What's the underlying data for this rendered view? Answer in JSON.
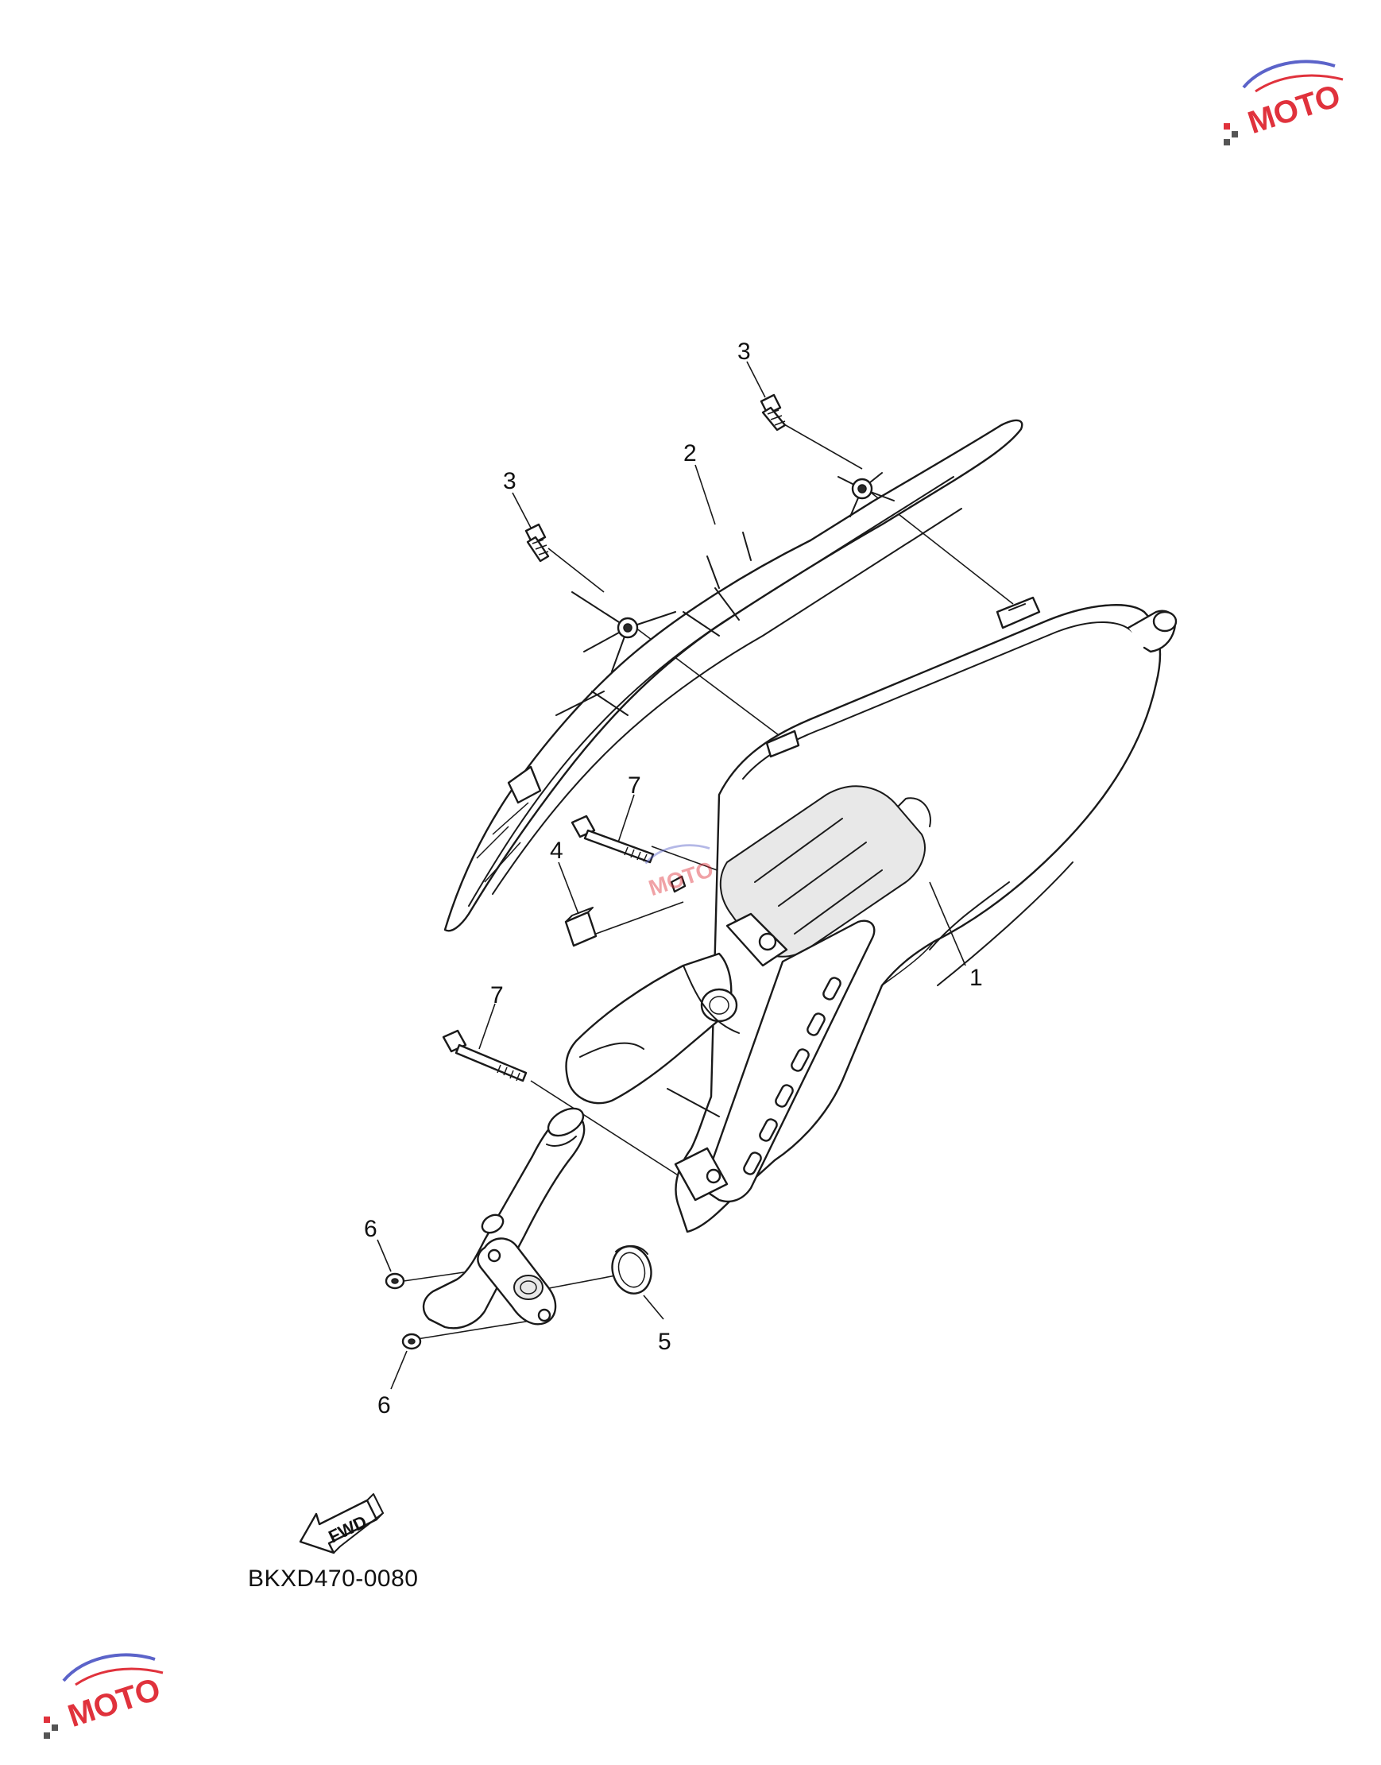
{
  "diagram": {
    "callouts": [
      {
        "id": "1",
        "label": "1"
      },
      {
        "id": "2",
        "label": "2"
      },
      {
        "id": "3a",
        "label": "3"
      },
      {
        "id": "3b",
        "label": "3"
      },
      {
        "id": "4",
        "label": "4"
      },
      {
        "id": "5",
        "label": "5"
      },
      {
        "id": "6a",
        "label": "6"
      },
      {
        "id": "6b",
        "label": "6"
      },
      {
        "id": "7a",
        "label": "7"
      },
      {
        "id": "7b",
        "label": "7"
      }
    ],
    "fwd_label": "FWD",
    "drawing_code": "BKXD470-0080"
  },
  "colors": {
    "line": "#1a1a1a",
    "watermark_red": "#e0323c",
    "watermark_blue": "#5b63c9"
  },
  "icons": [
    "fwd-arrow-icon",
    "moto-guide-logo-icon"
  ]
}
